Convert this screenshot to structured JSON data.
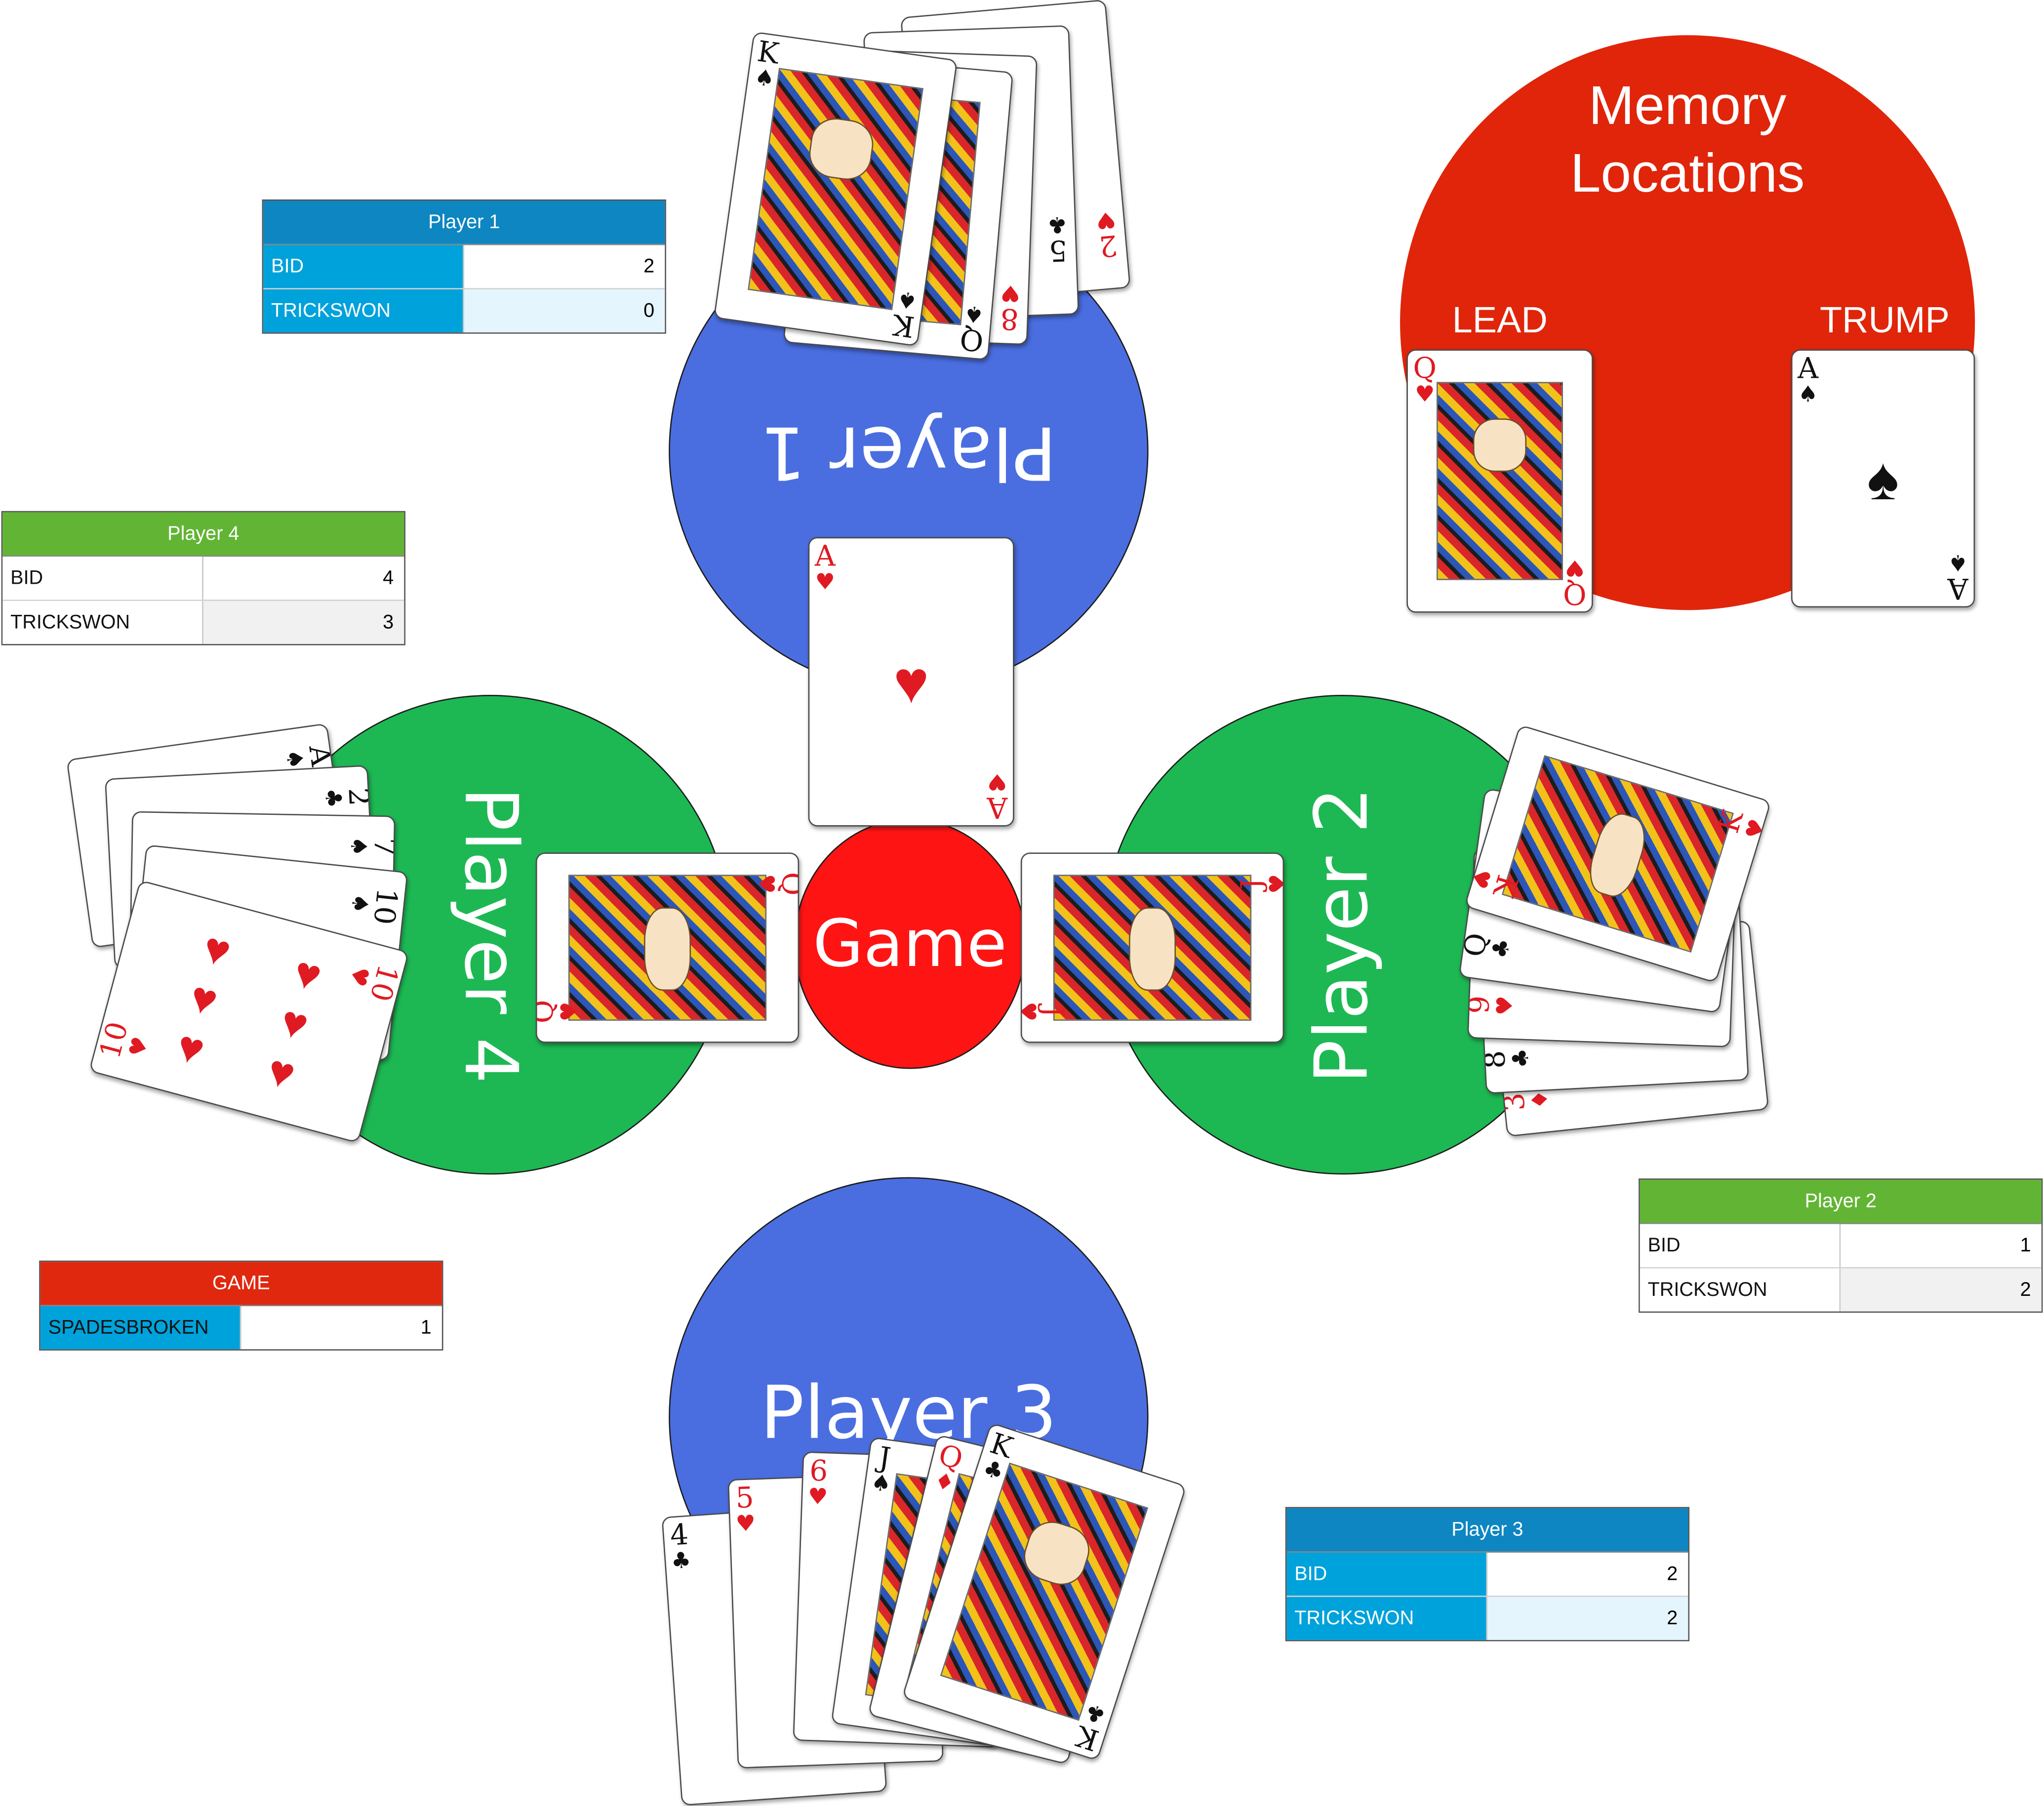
{
  "players": {
    "p1": {
      "label": "Player 1",
      "color": "#4a6ee0"
    },
    "p2": {
      "label": "Player 2",
      "color": "#1db853"
    },
    "p3": {
      "label": "Player 3",
      "color": "#4a6ee0"
    },
    "p4": {
      "label": "Player 4",
      "color": "#1db853"
    }
  },
  "game_circle": {
    "label": "Game",
    "color": "#ff1414"
  },
  "memory": {
    "title_line1": "Memory",
    "title_line2": "Locations",
    "lead_label": "LEAD",
    "trump_label": "TRUMP",
    "lead_card": {
      "rank": "Q",
      "suit": "♥"
    },
    "trump_card": {
      "rank": "A",
      "suit": "♠"
    },
    "color": "#e0250a"
  },
  "played": {
    "p1": {
      "rank": "A",
      "suit": "♥"
    },
    "p4": {
      "rank": "Q",
      "suit": "♥"
    },
    "p2": {
      "rank": "J",
      "suit": "♥"
    }
  },
  "hands": {
    "p1": [
      "K♠",
      "Q♠",
      "8♥",
      "5♣",
      "2♥"
    ],
    "p2": [
      "K♥",
      "Q♣",
      "9♥",
      "8♣",
      "3♦"
    ],
    "p3": [
      "4♣",
      "5♥",
      "6♥",
      "J♠",
      "Q♦",
      "K♣"
    ],
    "p4": [
      "A♠",
      "2♣",
      "7♠",
      "10♠",
      "10♥"
    ]
  },
  "cards": {
    "p1_k": {
      "rank": "K",
      "suit": "♠"
    },
    "p1_q": {
      "rank": "Q",
      "suit": "♠"
    },
    "p1_8": {
      "rank": "8",
      "suit": "♥"
    },
    "p1_5": {
      "rank": "5",
      "suit": "♣"
    },
    "p1_2": {
      "rank": "2",
      "suit": "♥"
    },
    "p4_a": {
      "rank": "A",
      "suit": "♠"
    },
    "p4_2": {
      "rank": "2",
      "suit": "♣"
    },
    "p4_7": {
      "rank": "7",
      "suit": "♠"
    },
    "p4_10s": {
      "rank": "10",
      "suit": "♠"
    },
    "p4_10h": {
      "rank": "10",
      "suit": "♥"
    },
    "p2_k": {
      "rank": "K",
      "suit": "♥"
    },
    "p2_q": {
      "rank": "Q",
      "suit": "♣"
    },
    "p2_9": {
      "rank": "9",
      "suit": "♥"
    },
    "p2_8": {
      "rank": "8",
      "suit": "♣"
    },
    "p2_3": {
      "rank": "3",
      "suit": "♦"
    },
    "p3_4": {
      "rank": "4",
      "suit": "♣"
    },
    "p3_5": {
      "rank": "5",
      "suit": "♥"
    },
    "p3_6": {
      "rank": "6",
      "suit": "♥"
    },
    "p3_j": {
      "rank": "J",
      "suit": "♠"
    },
    "p3_q": {
      "rank": "Q",
      "suit": "♦"
    },
    "p3_k": {
      "rank": "K",
      "suit": "♣"
    }
  },
  "tables": {
    "player1": {
      "title": "Player 1",
      "rows": [
        {
          "key": "BID",
          "value": "2"
        },
        {
          "key": "TRICKSWON",
          "value": "0"
        }
      ]
    },
    "player4": {
      "title": "Player 4",
      "rows": [
        {
          "key": "BID",
          "value": "4"
        },
        {
          "key": "TRICKSWON",
          "value": "3"
        }
      ]
    },
    "player2": {
      "title": "Player 2",
      "rows": [
        {
          "key": "BID",
          "value": "1"
        },
        {
          "key": "TRICKSWON",
          "value": "2"
        }
      ]
    },
    "player3": {
      "title": "Player 3",
      "rows": [
        {
          "key": "BID",
          "value": "2"
        },
        {
          "key": "TRICKSWON",
          "value": "2"
        }
      ]
    },
    "game": {
      "title": "GAME",
      "rows": [
        {
          "key": "SPADESBROKEN",
          "value": "1"
        }
      ]
    }
  }
}
